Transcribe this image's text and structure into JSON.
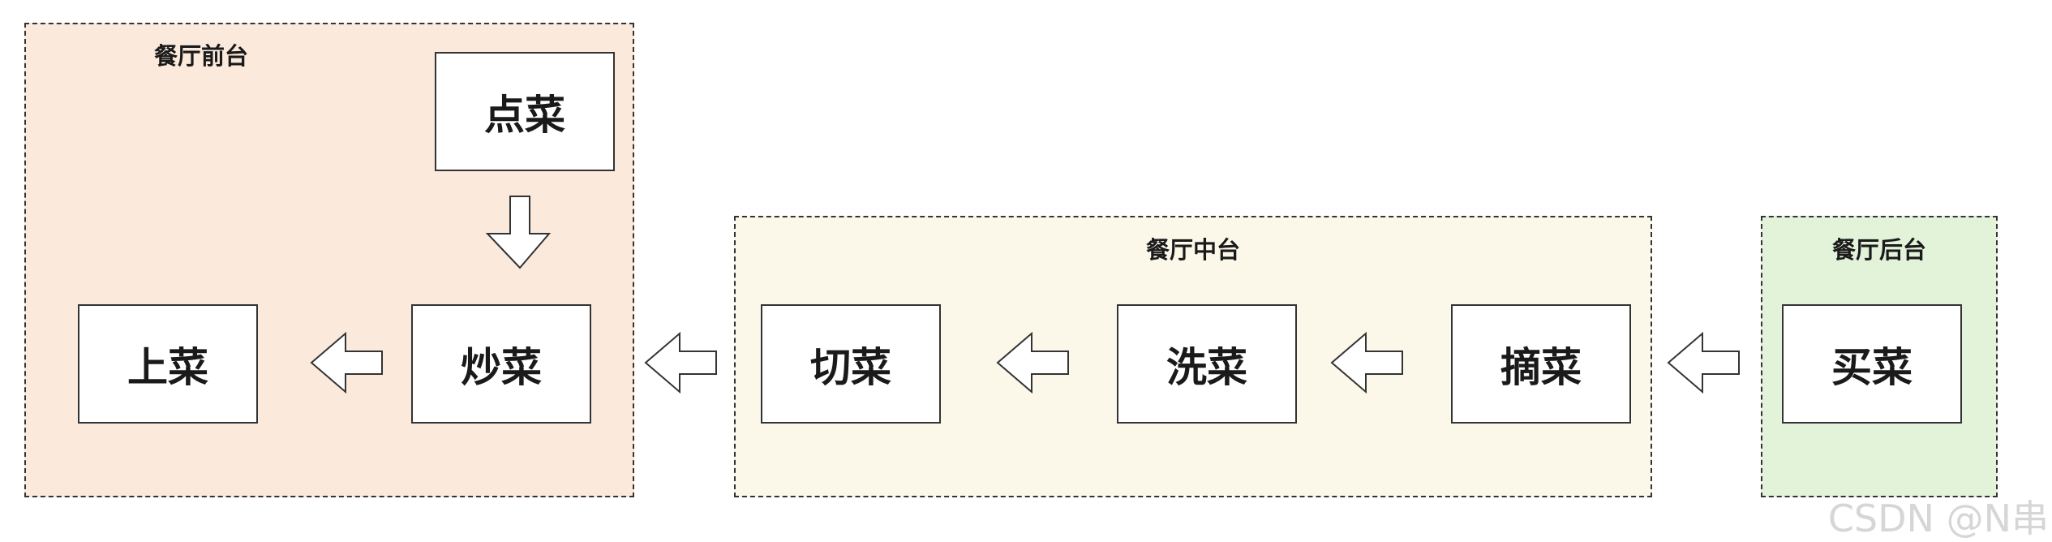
{
  "groups": {
    "front": {
      "label": "餐厅前台",
      "color": "#fbe9dc"
    },
    "middle": {
      "label": "餐厅中台",
      "color": "#fbf8e9"
    },
    "back": {
      "label": "餐厅后台",
      "color": "#e3f3da"
    }
  },
  "nodes": {
    "order": "点菜",
    "serve": "上菜",
    "stir_fry": "炒菜",
    "cut": "切菜",
    "wash": "洗菜",
    "pick": "摘菜",
    "buy": "买菜"
  },
  "watermark": "CSDN @N串"
}
